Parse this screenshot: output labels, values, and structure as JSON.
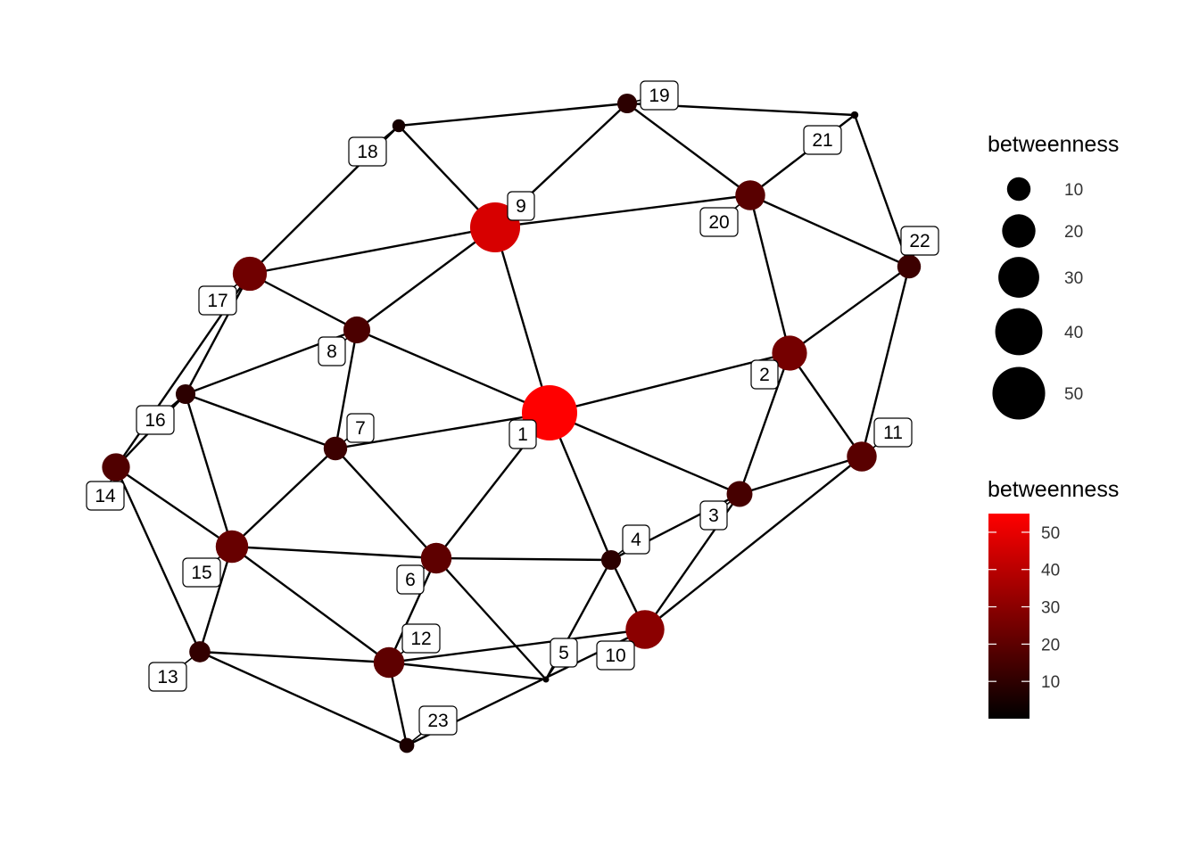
{
  "chart_data": {
    "type": "network",
    "nodes": [
      {
        "id": "1",
        "label": "1",
        "betweenness": 55
      },
      {
        "id": "2",
        "label": "2",
        "betweenness": 22
      },
      {
        "id": "3",
        "label": "3",
        "betweenness": 12
      },
      {
        "id": "4",
        "label": "4",
        "betweenness": 7
      },
      {
        "id": "5",
        "label": "5",
        "betweenness": 0.5
      },
      {
        "id": "6",
        "label": "6",
        "betweenness": 17
      },
      {
        "id": "7",
        "label": "7",
        "betweenness": 10
      },
      {
        "id": "8",
        "label": "8",
        "betweenness": 13
      },
      {
        "id": "9",
        "label": "9",
        "betweenness": 45
      },
      {
        "id": "10",
        "label": "10",
        "betweenness": 27
      },
      {
        "id": "11",
        "label": "11",
        "betweenness": 16
      },
      {
        "id": "12",
        "label": "12",
        "betweenness": 17
      },
      {
        "id": "13",
        "label": "13",
        "betweenness": 8
      },
      {
        "id": "14",
        "label": "14",
        "betweenness": 14
      },
      {
        "id": "15",
        "label": "15",
        "betweenness": 19
      },
      {
        "id": "16",
        "label": "16",
        "betweenness": 7
      },
      {
        "id": "17",
        "label": "17",
        "betweenness": 21
      },
      {
        "id": "18",
        "label": "18",
        "betweenness": 3
      },
      {
        "id": "19",
        "label": "19",
        "betweenness": 7
      },
      {
        "id": "20",
        "label": "20",
        "betweenness": 16
      },
      {
        "id": "21",
        "label": "21",
        "betweenness": 1
      },
      {
        "id": "22",
        "label": "22",
        "betweenness": 10
      },
      {
        "id": "23",
        "label": "23",
        "betweenness": 4
      }
    ],
    "edges": [
      [
        "1",
        "9"
      ],
      [
        "1",
        "8"
      ],
      [
        "1",
        "7"
      ],
      [
        "1",
        "6"
      ],
      [
        "1",
        "4"
      ],
      [
        "1",
        "3"
      ],
      [
        "1",
        "2"
      ],
      [
        "9",
        "17"
      ],
      [
        "9",
        "20"
      ],
      [
        "9",
        "19"
      ],
      [
        "9",
        "18"
      ],
      [
        "9",
        "8"
      ],
      [
        "18",
        "19"
      ],
      [
        "18",
        "17"
      ],
      [
        "19",
        "21"
      ],
      [
        "19",
        "20"
      ],
      [
        "20",
        "21"
      ],
      [
        "20",
        "22"
      ],
      [
        "20",
        "2"
      ],
      [
        "21",
        "22"
      ],
      [
        "22",
        "2"
      ],
      [
        "22",
        "11"
      ],
      [
        "2",
        "11"
      ],
      [
        "2",
        "3"
      ],
      [
        "3",
        "11"
      ],
      [
        "3",
        "4"
      ],
      [
        "3",
        "10"
      ],
      [
        "11",
        "10"
      ],
      [
        "4",
        "6"
      ],
      [
        "4",
        "10"
      ],
      [
        "4",
        "5"
      ],
      [
        "10",
        "12"
      ],
      [
        "10",
        "23"
      ],
      [
        "6",
        "7"
      ],
      [
        "6",
        "15"
      ],
      [
        "6",
        "12"
      ],
      [
        "6",
        "5"
      ],
      [
        "7",
        "8"
      ],
      [
        "7",
        "16"
      ],
      [
        "7",
        "15"
      ],
      [
        "8",
        "17"
      ],
      [
        "8",
        "16"
      ],
      [
        "17",
        "16"
      ],
      [
        "17",
        "14"
      ],
      [
        "16",
        "14"
      ],
      [
        "16",
        "15"
      ],
      [
        "14",
        "15"
      ],
      [
        "14",
        "13"
      ],
      [
        "15",
        "13"
      ],
      [
        "15",
        "12"
      ],
      [
        "13",
        "12"
      ],
      [
        "13",
        "23"
      ],
      [
        "12",
        "23"
      ],
      [
        "12",
        "5"
      ]
    ],
    "legend_size": {
      "title": "betweenness",
      "breaks": [
        10,
        20,
        30,
        40,
        50
      ]
    },
    "legend_color": {
      "title": "betweenness",
      "breaks": [
        10,
        20,
        30,
        40,
        50
      ],
      "min": 0,
      "max": 55,
      "low_color": "#000000",
      "high_color": "#ff0000"
    }
  }
}
